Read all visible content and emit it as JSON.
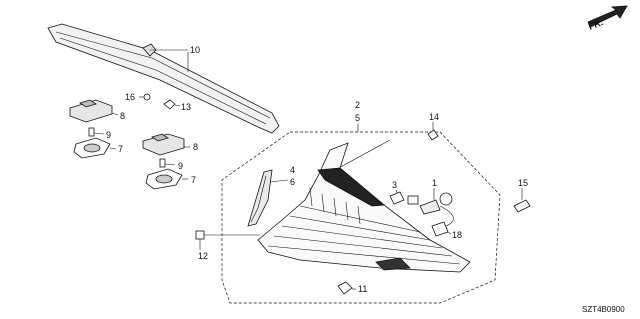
{
  "labels": {
    "n1": "1",
    "n2": "2",
    "n3": "3",
    "n4": "4",
    "n5": "5",
    "n6": "6",
    "n7a": "7",
    "n7b": "7",
    "n8a": "8",
    "n8b": "8",
    "n9a": "9",
    "n9b": "9",
    "n10": "10",
    "n11": "11",
    "n12": "12",
    "n13": "13",
    "n14": "14",
    "n15": "15",
    "n16": "16",
    "n18": "18"
  },
  "direction_label": "FR.",
  "diagram_code": "SZT4B0900"
}
